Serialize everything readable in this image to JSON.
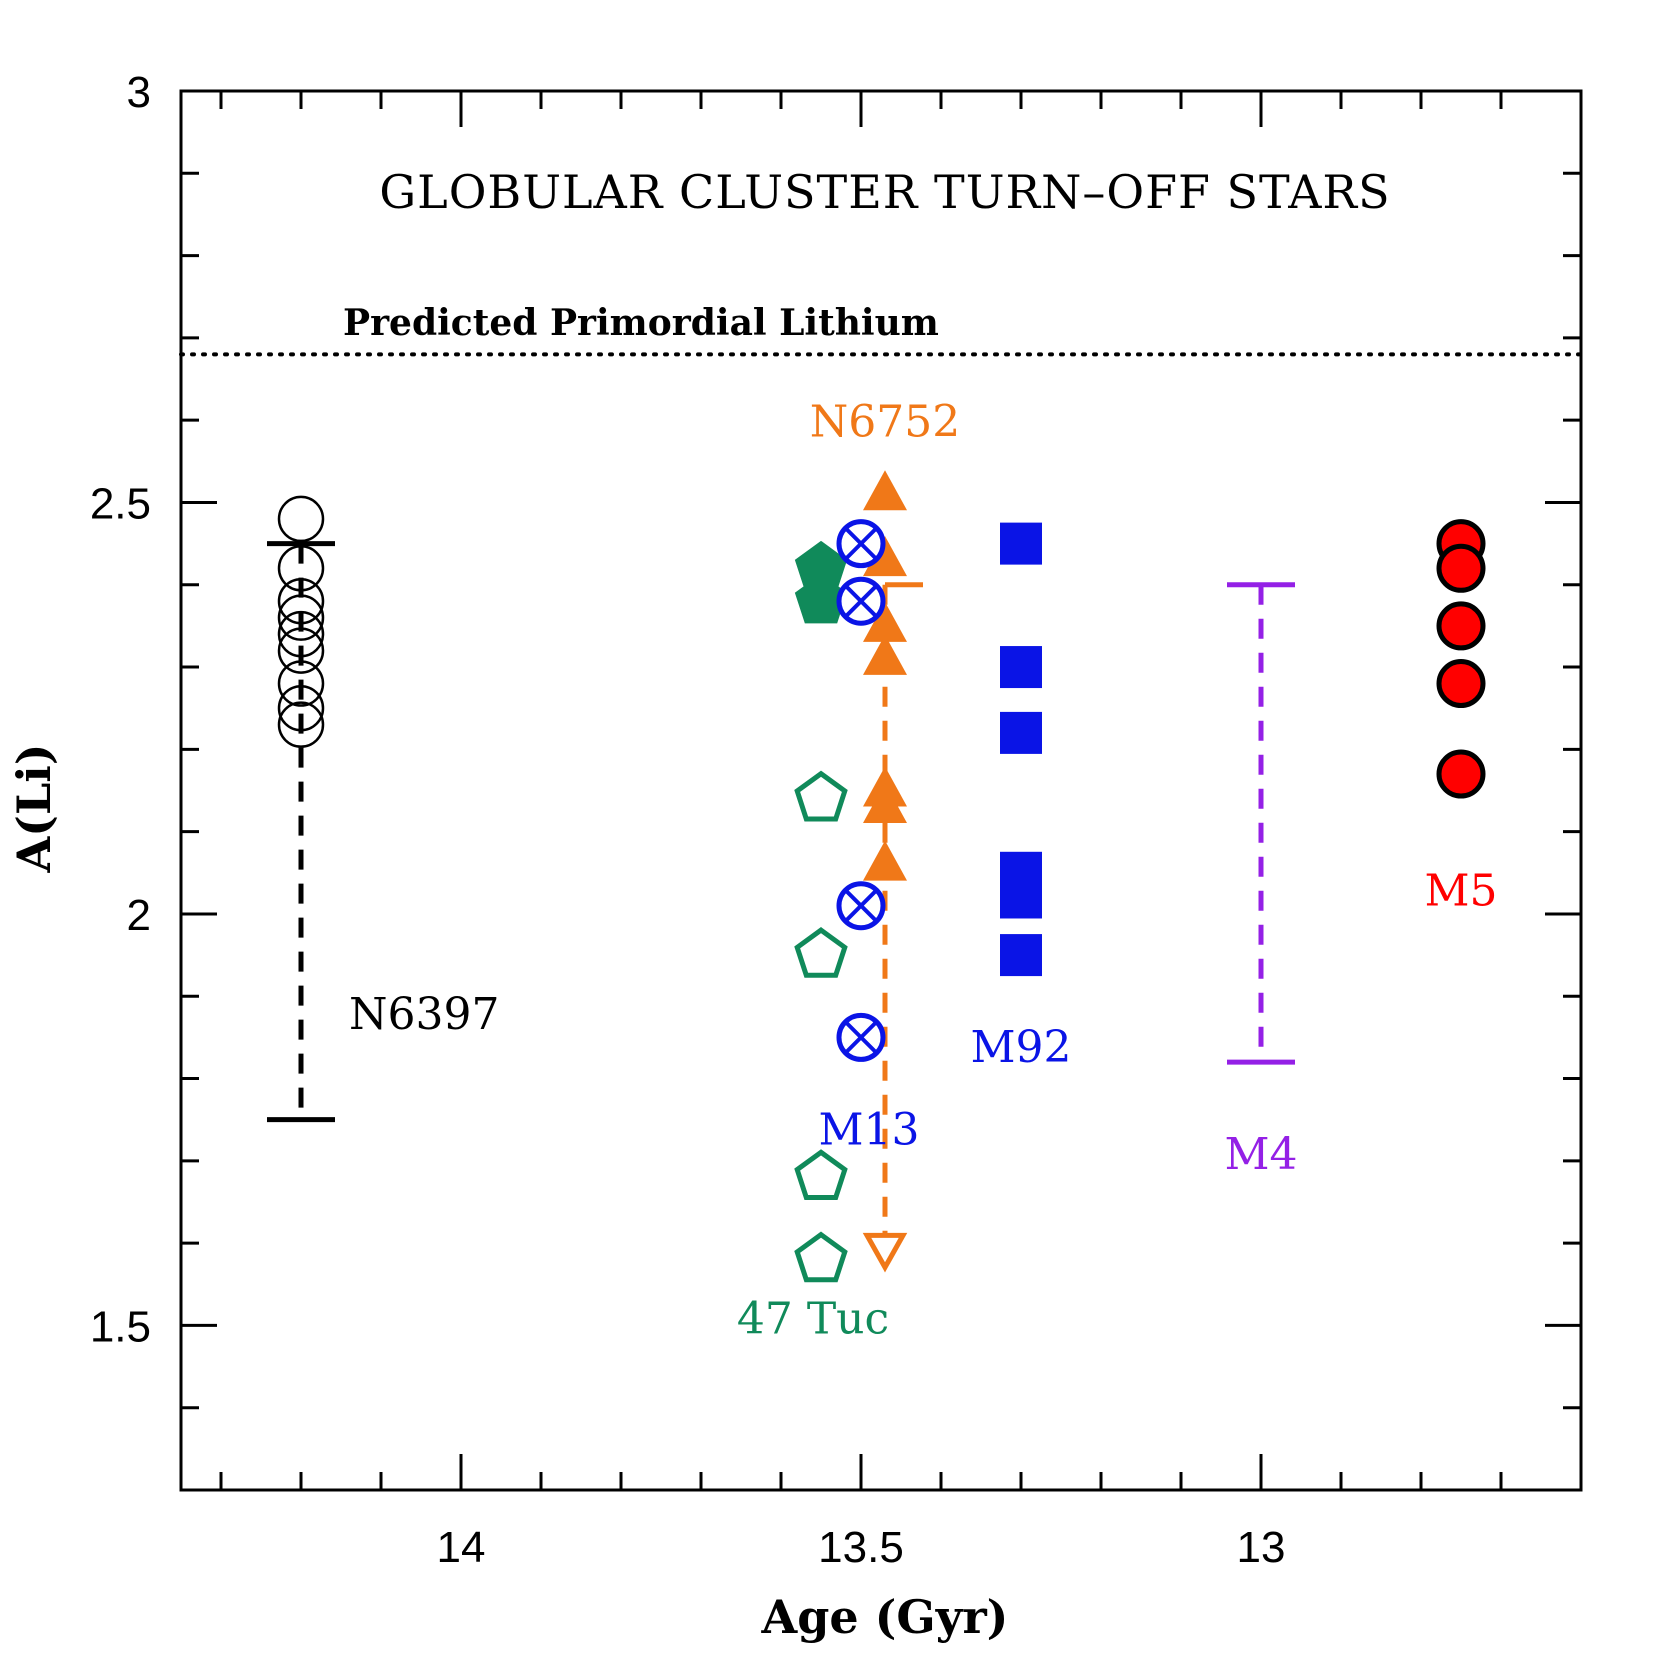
{
  "chart_data": {
    "type": "scatter",
    "title": "GLOBULAR CLUSTER TURN–OFF STARS",
    "xlabel": "Age (Gyr)",
    "ylabel": "A(Li)",
    "xlim": [
      14.35,
      12.6
    ],
    "ylim": [
      1.3,
      3.0
    ],
    "x_reversed": true,
    "xticks": [
      14,
      13.5,
      13
    ],
    "xtick_labels": [
      "14",
      "13.5",
      "13"
    ],
    "yticks": [
      1.5,
      2,
      2.5,
      3
    ],
    "ytick_labels": [
      "1.5",
      "2",
      "2.5",
      "3"
    ],
    "grid": false,
    "reference_line": {
      "label": "Predicted Primordial Lithium",
      "y": 2.68,
      "style": "dotted"
    },
    "series": [
      {
        "name": "N6397",
        "color": "#000000",
        "marker": "open-circle",
        "points": [
          {
            "x": 14.2,
            "y": 2.48
          },
          {
            "x": 14.2,
            "y": 2.42
          },
          {
            "x": 14.2,
            "y": 2.38
          },
          {
            "x": 14.2,
            "y": 2.36
          },
          {
            "x": 14.2,
            "y": 2.34
          },
          {
            "x": 14.2,
            "y": 2.32
          },
          {
            "x": 14.2,
            "y": 2.28
          },
          {
            "x": 14.2,
            "y": 2.25
          },
          {
            "x": 14.2,
            "y": 2.23
          }
        ],
        "range": {
          "x": 14.2,
          "y_low": 1.75,
          "y_high": 2.45
        }
      },
      {
        "name": "47 Tuc",
        "color": "#108a5a",
        "marker": "pentagon",
        "points": [
          {
            "x": 13.55,
            "y": 2.42,
            "filled": true
          },
          {
            "x": 13.55,
            "y": 2.38,
            "filled": true
          },
          {
            "x": 13.55,
            "y": 2.14
          },
          {
            "x": 13.55,
            "y": 1.95
          },
          {
            "x": 13.55,
            "y": 1.68
          },
          {
            "x": 13.55,
            "y": 1.58
          }
        ]
      },
      {
        "name": "N6752",
        "color": "#f07818",
        "marker": "triangle",
        "points": [
          {
            "x": 13.47,
            "y": 2.51
          },
          {
            "x": 13.47,
            "y": 2.43
          },
          {
            "x": 13.47,
            "y": 2.35
          },
          {
            "x": 13.47,
            "y": 2.31
          },
          {
            "x": 13.47,
            "y": 2.15
          },
          {
            "x": 13.47,
            "y": 2.13
          },
          {
            "x": 13.47,
            "y": 2.06
          },
          {
            "x": 13.47,
            "y": 1.59,
            "upper_limit": true
          }
        ],
        "range": {
          "x": 13.47,
          "y_low": 1.59,
          "y_high": 2.4
        }
      },
      {
        "name": "M13",
        "color": "#0a14e6",
        "marker": "circle-x",
        "points": [
          {
            "x": 13.5,
            "y": 2.45
          },
          {
            "x": 13.5,
            "y": 2.38
          },
          {
            "x": 13.5,
            "y": 2.01
          },
          {
            "x": 13.5,
            "y": 1.85
          }
        ]
      },
      {
        "name": "M92",
        "color": "#0a14e6",
        "marker": "filled-square",
        "points": [
          {
            "x": 13.3,
            "y": 2.45
          },
          {
            "x": 13.3,
            "y": 2.3
          },
          {
            "x": 13.3,
            "y": 2.22
          },
          {
            "x": 13.3,
            "y": 2.05
          },
          {
            "x": 13.3,
            "y": 2.02
          },
          {
            "x": 13.3,
            "y": 1.95
          }
        ]
      },
      {
        "name": "M4",
        "color": "#9420e6",
        "marker": "range",
        "points": [],
        "range": {
          "x": 13.0,
          "y_low": 1.82,
          "y_high": 2.4
        }
      },
      {
        "name": "M5",
        "color": "#ff0000",
        "marker": "filled-circle",
        "points": [
          {
            "x": 12.75,
            "y": 2.45
          },
          {
            "x": 12.75,
            "y": 2.42
          },
          {
            "x": 12.75,
            "y": 2.35
          },
          {
            "x": 12.75,
            "y": 2.28
          },
          {
            "x": 12.75,
            "y": 2.17
          }
        ]
      }
    ],
    "labels": [
      {
        "text": "N6397",
        "series": "N6397",
        "x": 14.14,
        "y": 1.86,
        "anchor": "start"
      },
      {
        "text": "N6752",
        "series": "N6752",
        "x": 13.47,
        "y": 2.58,
        "anchor": "middle"
      },
      {
        "text": "M13",
        "series": "M13",
        "x": 13.49,
        "y": 1.72,
        "anchor": "middle"
      },
      {
        "text": "M92",
        "series": "M92",
        "x": 13.3,
        "y": 1.82,
        "anchor": "middle"
      },
      {
        "text": "M4",
        "series": "M4",
        "x": 13.0,
        "y": 1.69,
        "anchor": "middle"
      },
      {
        "text": "M5",
        "series": "M5",
        "x": 12.75,
        "y": 2.01,
        "anchor": "middle"
      },
      {
        "text": "47 Tuc",
        "series": "47 Tuc",
        "x": 13.56,
        "y": 1.49,
        "anchor": "middle"
      }
    ]
  }
}
